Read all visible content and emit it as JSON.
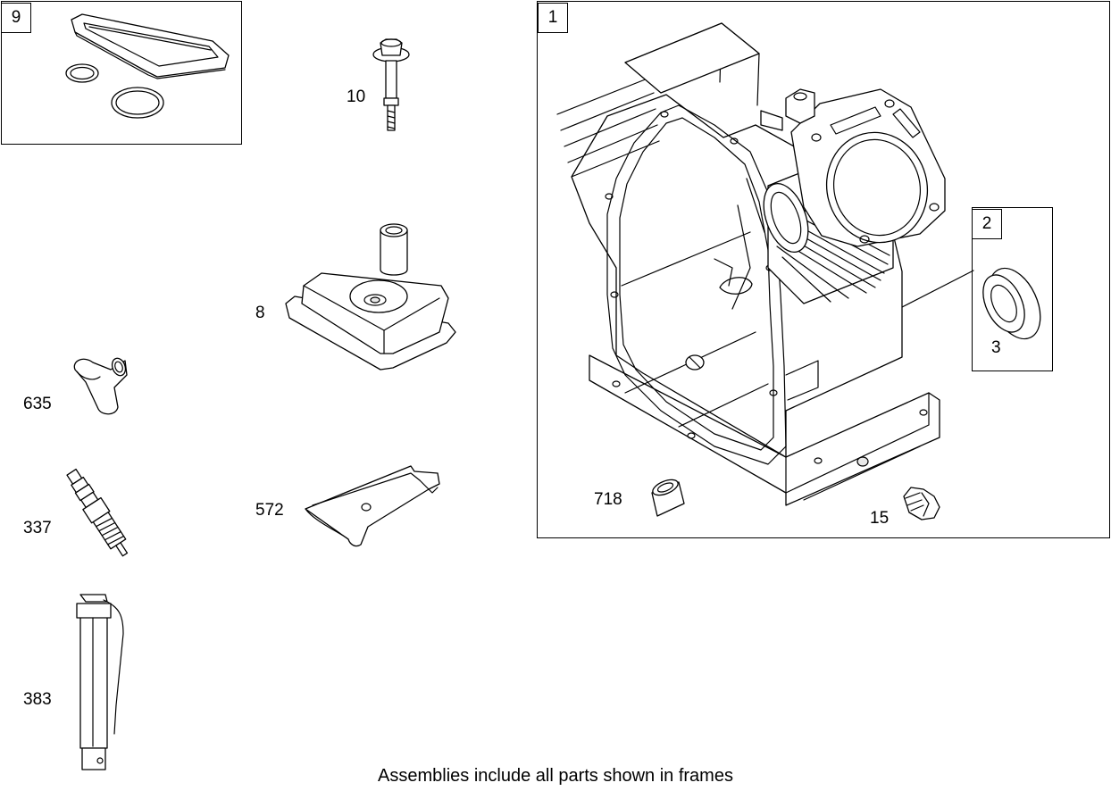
{
  "frames": {
    "frame_9": {
      "tag": "9"
    },
    "frame_1": {
      "tag": "1"
    },
    "frame_2": {
      "tag": "2"
    }
  },
  "parts": [
    {
      "id": "10",
      "name": "bolt"
    },
    {
      "id": "8",
      "name": "breather-cover"
    },
    {
      "id": "635",
      "name": "breather-tube-elbow"
    },
    {
      "id": "337",
      "name": "spark-plug"
    },
    {
      "id": "572",
      "name": "clip"
    },
    {
      "id": "383",
      "name": "dipstick-tube"
    },
    {
      "id": "3",
      "name": "seal"
    },
    {
      "id": "718",
      "name": "dowel-pin"
    },
    {
      "id": "15",
      "name": "plug"
    }
  ],
  "footer": "Assemblies include all parts shown in frames"
}
